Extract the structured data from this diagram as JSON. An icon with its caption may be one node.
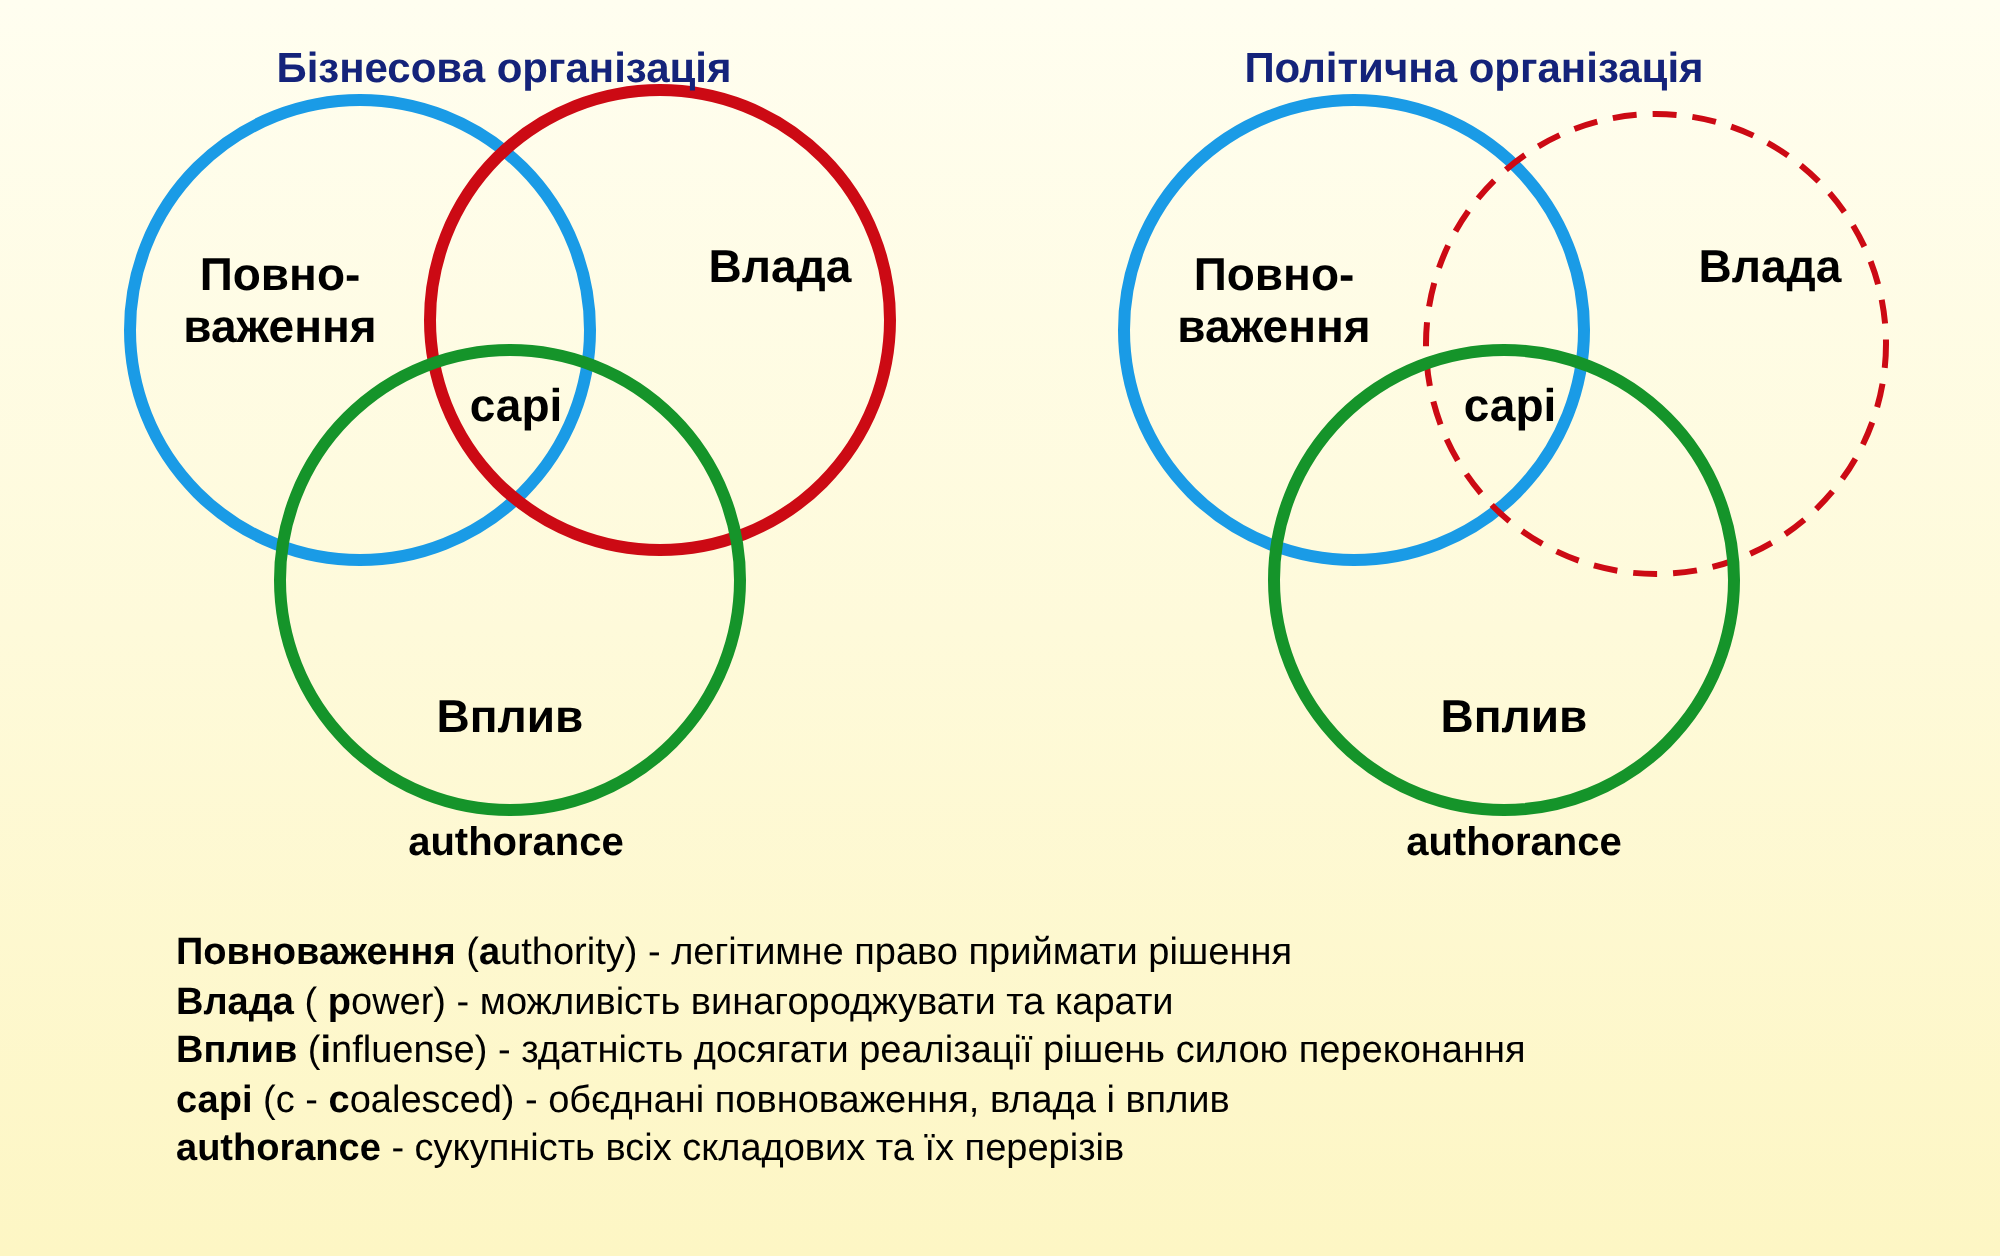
{
  "diagram": {
    "nodes": [
      {
        "text": [
          "Повно- важення"
        ]
      },
      {
        "text": [
          "Влада"
        ]
      },
      {
        "text": [
          "Вплив"
        ]
      },
      {
        "text": [
          "Повно- важення"
        ]
      },
      {
        "text": [
          "Влада"
        ]
      },
      {
        "text": [
          "Вплив"
        ]
      }
    ],
    "edges": [],
    "labels": [
      "Бізнесова організація",
      "Політична організація",
      "сарі",
      "сарі",
      "authorance",
      "authorance",
      "**Повноваження** (**a**uthority) - легітимне право приймати рішення",
      "**Влада** ( **p**ower) - можливість винагороджувати та карати",
      "**Вплив** (**i**nfluense) - здатність досягати реалізації рішень силою переконання",
      "**сарі** (с - **c**oalesced) - обєднані повноваження, влада і вплив",
      "**authorance** - сукупність всіх складових та їх перерізів"
    ]
  }
}
